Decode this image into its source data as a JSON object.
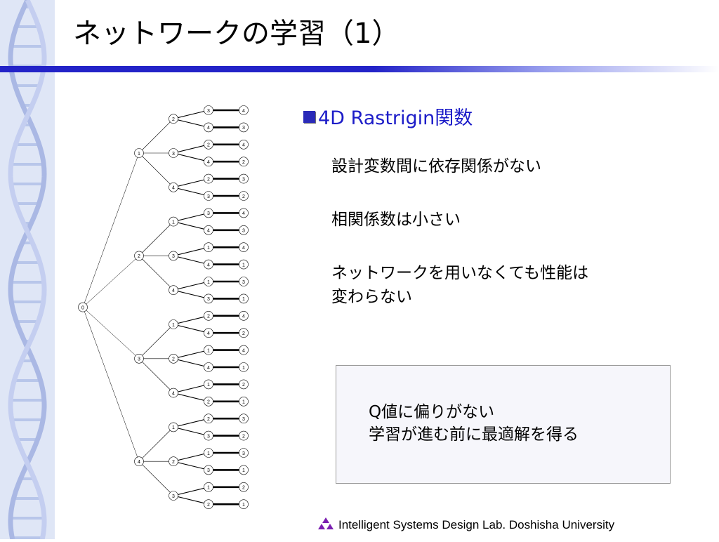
{
  "slide": {
    "title": "ネットワークの学習（1）",
    "heading": "4D Rastrigin関数",
    "points": [
      "設計変数間に依存関係がない",
      "相関係数は小さい",
      "ネットワークを用いなくても性能は",
      "変わらない"
    ],
    "box_lines": [
      "Q値に偏りがない",
      "学習が進む前に最適解を得る"
    ],
    "footer": "Intelligent Systems Design Lab. Doshisha University"
  },
  "colors": {
    "title_rule": "#2323c8",
    "heading_text": "#1c1cc8",
    "sidebar_bg": "#dfe6f6",
    "logo": "#7a1fb0"
  },
  "tree": {
    "root": "0",
    "children": [
      {
        "label": "1",
        "children": [
          {
            "label": "2",
            "leaves": [
              [
                "3",
                "4"
              ],
              [
                "4",
                "3"
              ]
            ]
          },
          {
            "label": "3",
            "leaves": [
              [
                "2",
                "4"
              ],
              [
                "4",
                "2"
              ]
            ]
          },
          {
            "label": "4",
            "leaves": [
              [
                "2",
                "3"
              ],
              [
                "3",
                "2"
              ]
            ]
          }
        ]
      },
      {
        "label": "2",
        "children": [
          {
            "label": "1",
            "leaves": [
              [
                "3",
                "4"
              ],
              [
                "4",
                "3"
              ]
            ]
          },
          {
            "label": "3",
            "leaves": [
              [
                "1",
                "4"
              ],
              [
                "4",
                "1"
              ]
            ]
          },
          {
            "label": "4",
            "leaves": [
              [
                "1",
                "3"
              ],
              [
                "3",
                "1"
              ]
            ]
          }
        ]
      },
      {
        "label": "3",
        "children": [
          {
            "label": "1",
            "leaves": [
              [
                "2",
                "4"
              ],
              [
                "4",
                "2"
              ]
            ]
          },
          {
            "label": "2",
            "leaves": [
              [
                "1",
                "4"
              ],
              [
                "4",
                "1"
              ]
            ]
          },
          {
            "label": "4",
            "leaves": [
              [
                "1",
                "2"
              ],
              [
                "2",
                "1"
              ]
            ]
          }
        ]
      },
      {
        "label": "4",
        "children": [
          {
            "label": "1",
            "leaves": [
              [
                "2",
                "3"
              ],
              [
                "3",
                "2"
              ]
            ]
          },
          {
            "label": "2",
            "leaves": [
              [
                "1",
                "3"
              ],
              [
                "3",
                "1"
              ]
            ]
          },
          {
            "label": "3",
            "leaves": [
              [
                "1",
                "2"
              ],
              [
                "2",
                "1"
              ]
            ]
          }
        ]
      }
    ]
  }
}
